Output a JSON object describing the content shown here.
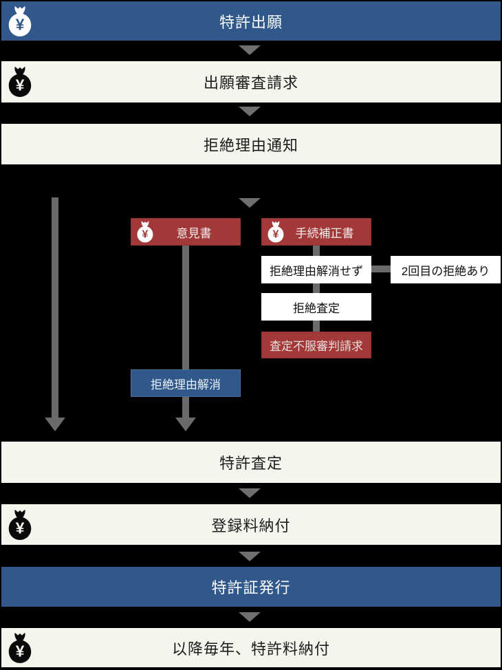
{
  "icons": {
    "yen": "¥",
    "money_bag": "money-bag-icon"
  },
  "colors": {
    "background": "#000000",
    "accent_blue": "#31588a",
    "bar_cream": "#f5f4ed",
    "box_red": "#a23838",
    "box_white": "#ffffff",
    "connector_gray": "#6a6a6a"
  },
  "bars": [
    {
      "id": "patent-application",
      "label": "特許出願",
      "style": "blue",
      "has_fee_icon": true
    },
    {
      "id": "examination-request",
      "label": "出願審査請求",
      "style": "cream",
      "has_fee_icon": true
    },
    {
      "id": "rejection-notice",
      "label": "拒絶理由通知",
      "style": "cream",
      "has_fee_icon": false
    },
    {
      "id": "patent-decision",
      "label": "特許査定",
      "style": "cream",
      "has_fee_icon": false
    },
    {
      "id": "registration-fee",
      "label": "登録料納付",
      "style": "cream",
      "has_fee_icon": true
    },
    {
      "id": "certificate-issuance",
      "label": "特許証発行",
      "style": "blue",
      "has_fee_icon": false
    },
    {
      "id": "annual-patent-fee",
      "label": "以降毎年、特許料納付",
      "style": "cream",
      "has_fee_icon": true
    }
  ],
  "boxes": [
    {
      "id": "written-opinion",
      "label": "意見書",
      "style": "red",
      "has_fee_icon": true
    },
    {
      "id": "procedural-amendment",
      "label": "手続補正書",
      "style": "red",
      "has_fee_icon": true
    },
    {
      "id": "rejection-not-resolved",
      "label": "拒絶理由解消せず",
      "style": "white",
      "has_fee_icon": false
    },
    {
      "id": "second-rejection",
      "label": "2回目の拒絶あり",
      "style": "white",
      "has_fee_icon": false
    },
    {
      "id": "rejection-decision",
      "label": "拒絶査定",
      "style": "white",
      "has_fee_icon": false
    },
    {
      "id": "appeal-request",
      "label": "査定不服審判請求",
      "style": "red",
      "has_fee_icon": false
    },
    {
      "id": "rejection-resolved",
      "label": "拒絶理由解消",
      "style": "blue",
      "has_fee_icon": false
    }
  ]
}
